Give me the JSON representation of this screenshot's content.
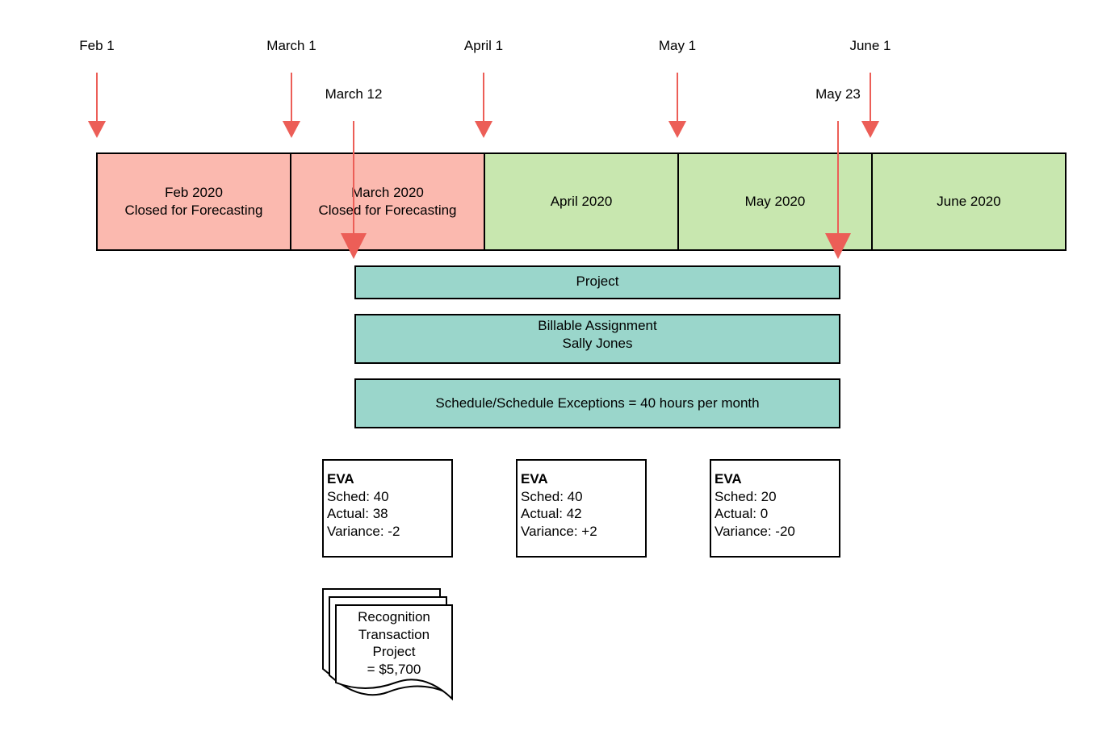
{
  "colors": {
    "closed_month": "#fbb9af",
    "open_month": "#c8e7af",
    "project_bar": "#9ad6cb",
    "arrow": "#ec5e57",
    "border": "#000000"
  },
  "date_markers": [
    {
      "label": "Feb 1"
    },
    {
      "label": "March 1"
    },
    {
      "label": "April 1"
    },
    {
      "label": "May 1"
    },
    {
      "label": "June 1"
    }
  ],
  "range_markers": [
    {
      "label": "March 12"
    },
    {
      "label": "May 23"
    }
  ],
  "months": [
    {
      "line1": "Feb 2020",
      "line2": "Closed for Forecasting",
      "status": "closed"
    },
    {
      "line1": "March 2020",
      "line2": "Closed for Forecasting",
      "status": "closed"
    },
    {
      "line1": "April 2020",
      "line2": "",
      "status": "open"
    },
    {
      "line1": "May 2020",
      "line2": "",
      "status": "open"
    },
    {
      "line1": "June 2020",
      "line2": "",
      "status": "open"
    }
  ],
  "bars": {
    "project": {
      "line1": "Project"
    },
    "assignment": {
      "line1": "Billable Assignment",
      "line2": "Sally Jones"
    },
    "schedule": {
      "line1": "Schedule/Schedule Exceptions = 40 hours per month"
    }
  },
  "eva": [
    {
      "title": "EVA",
      "sched": "Sched: 40",
      "actual": "Actual: 38",
      "variance": "Variance: -2"
    },
    {
      "title": "EVA",
      "sched": "Sched: 40",
      "actual": "Actual: 42",
      "variance": "Variance: +2"
    },
    {
      "title": "EVA",
      "sched": "Sched: 20",
      "actual": "Actual: 0",
      "variance": "Variance: -20"
    }
  ],
  "recognition": {
    "line1": "Recognition",
    "line2": "Transaction",
    "line3": "Project",
    "line4": "= $5,700"
  }
}
